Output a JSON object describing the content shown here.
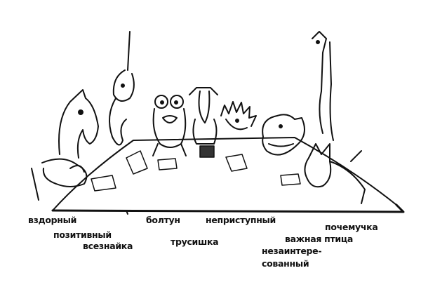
{
  "labels": {
    "quarrelsome": "вздорный",
    "positive": "позитивный",
    "know_it_all": "всезнайка",
    "chatterbox": "болтун",
    "coward": "трусишка",
    "unapproachable": "неприступный",
    "important_bird": "важная птица",
    "uninterested_line1": "незаинтере-",
    "uninterested_line2": "сованный",
    "why_asker": "почемучка"
  }
}
